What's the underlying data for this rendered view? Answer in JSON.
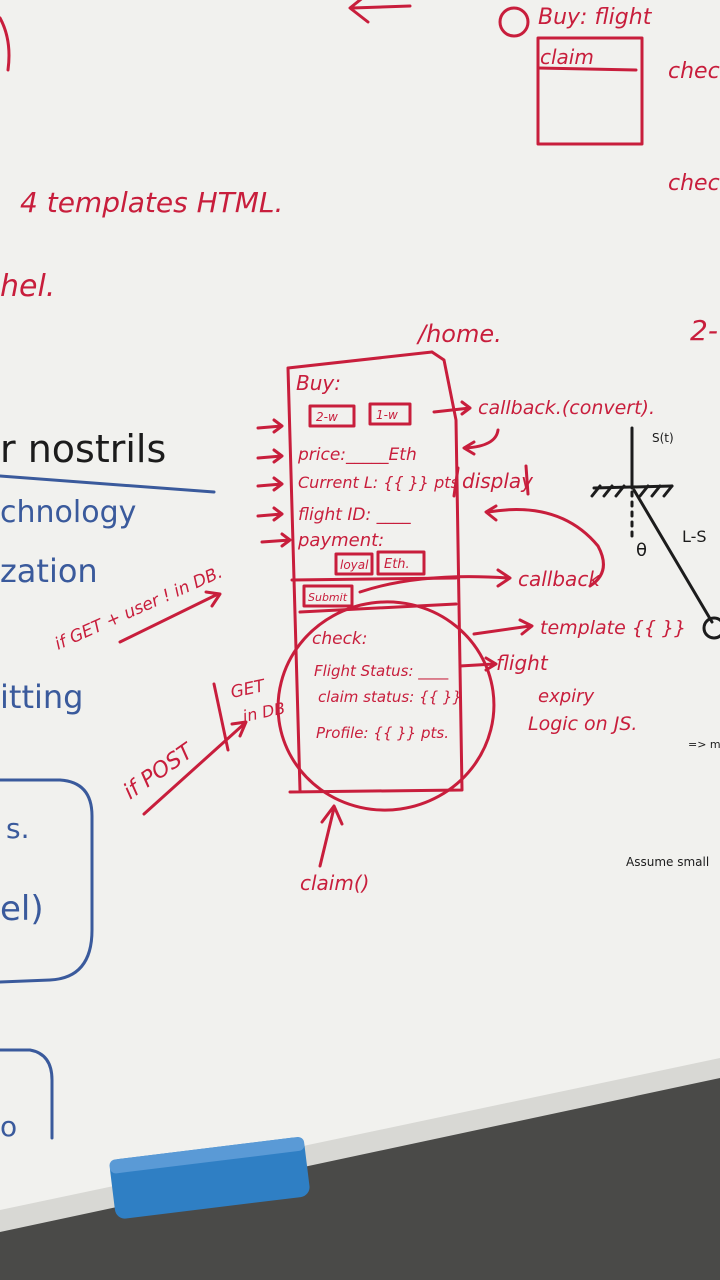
{
  "colors": {
    "board": "#f1f1ee",
    "marker_red": "#c81e3c",
    "marker_blue": "#3a5a9c",
    "marker_black": "#1c1c1c",
    "tray": "#4a4a48",
    "eraser": "#2f7fc4"
  },
  "top": {
    "note_buy": "Buy: flight",
    "note_claim": "claim",
    "side_check_1": "check",
    "side_check_2": "chec"
  },
  "left": {
    "templates": "4 templates HTML.",
    "fragment_hel": "hel.",
    "nostrils": "r nostrils",
    "technology": "chnology",
    "zation": "zation",
    "itting": "itting",
    "box_frag_1": "s.",
    "box_frag_2": "el)",
    "box_frag_3": "o"
  },
  "center": {
    "home": "/home.",
    "buy": "Buy:",
    "btn_1": "2-w",
    "btn_2": "1-w",
    "price": "price:_____Eth",
    "current": "Current L: {{ }} pts",
    "flight_id": "flight ID: ____",
    "payment": "payment:",
    "btn_loyal": "loyal",
    "btn_eth": "Eth.",
    "btn_submit": "Submit",
    "check": "check:",
    "flight_status": "Flight Status: ____",
    "claim_status": "claim status: {{ }}",
    "profile": "Profile: {{ }} pts.",
    "claim_fn": "claim()"
  },
  "right": {
    "callback_convert": "callback.(convert).",
    "display": "display",
    "callback": "callback",
    "template": "template {{ }}",
    "flight": "flight",
    "expiry_1": "expiry",
    "expiry_2": "Logic on JS.",
    "edge_2": "2-",
    "pend_label": "S(t)",
    "theta": "θ",
    "lse": "L-S",
    "assume": "Assume small",
    "arrow_note": "=> m"
  },
  "annotations": {
    "get_user": "if GET + user ! in DB.",
    "if_post": "if POST",
    "get_check": "GET",
    "in_db": "in DB"
  }
}
